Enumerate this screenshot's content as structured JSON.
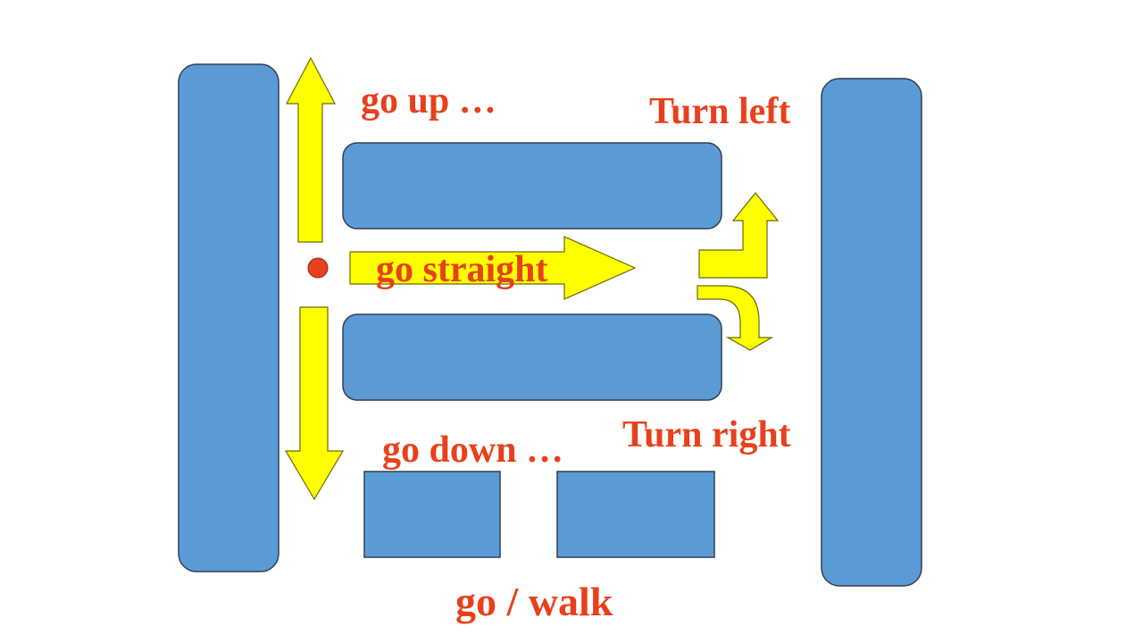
{
  "labels": {
    "go_up": "go up …",
    "turn_left": "Turn left",
    "go_straight": "go straight",
    "go_down": "go down …",
    "turn_right": "Turn right",
    "go_walk": "go / walk"
  },
  "colors": {
    "block_fill": "#5b9bd5",
    "block_stroke": "#2f3f57",
    "arrow_fill": "#ffff00",
    "arrow_stroke": "#6b6b00",
    "text": "#e8401c",
    "position_dot": "#e8401c"
  }
}
